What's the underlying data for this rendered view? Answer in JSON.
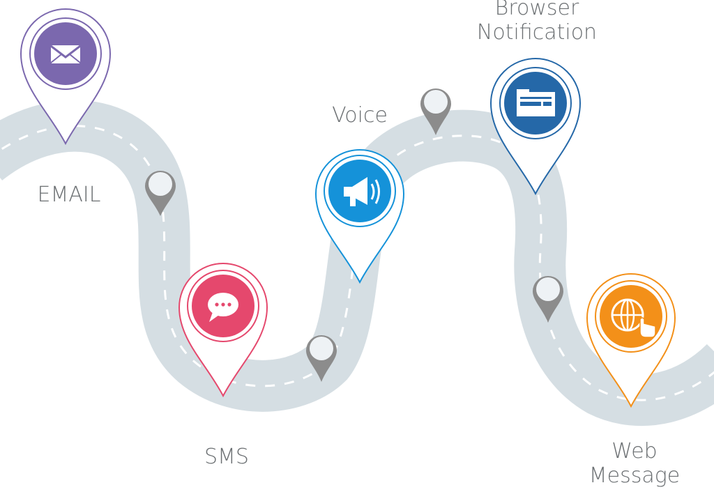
{
  "stops": [
    {
      "id": "email",
      "label": "EMAIL",
      "color": "#7b68ae",
      "icon": "envelope-icon"
    },
    {
      "id": "sms",
      "label": "SMS",
      "color": "#e5486d",
      "icon": "chat-bubble-icon"
    },
    {
      "id": "voice",
      "label": "Voice",
      "color": "#1592d9",
      "icon": "megaphone-icon"
    },
    {
      "id": "browser",
      "label": "Browser\nNotification",
      "color": "#2568a8",
      "icon": "browser-window-icon"
    },
    {
      "id": "web",
      "label": "Web\nMessage",
      "color": "#f39019",
      "icon": "globe-cursor-icon"
    }
  ],
  "colors": {
    "road": "#d5dee3",
    "lane": "#ffffff",
    "marker": "#8c8c8c",
    "marker_fill": "#eef2f5",
    "label": "#6b6f72"
  }
}
